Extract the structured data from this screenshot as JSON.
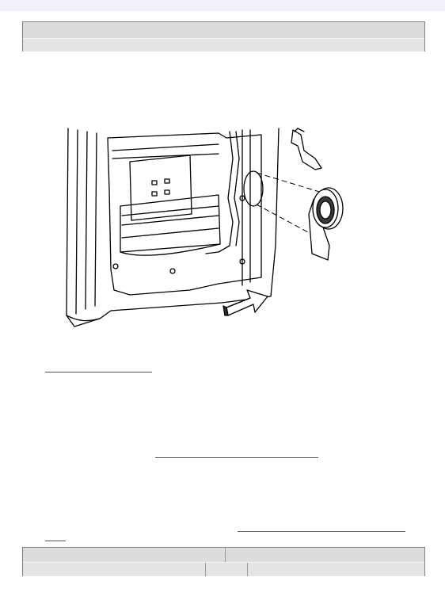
{
  "figure": {
    "subject": "door-speaker-removal",
    "parts": [
      "door-inner-panel",
      "speaker",
      "direction-arrow"
    ]
  },
  "colors": {
    "header_bg": "#dcdcdc",
    "border": "#7f7f7f",
    "line_art": "#000000"
  },
  "links": [
    "",
    "",
    "",
    ""
  ]
}
